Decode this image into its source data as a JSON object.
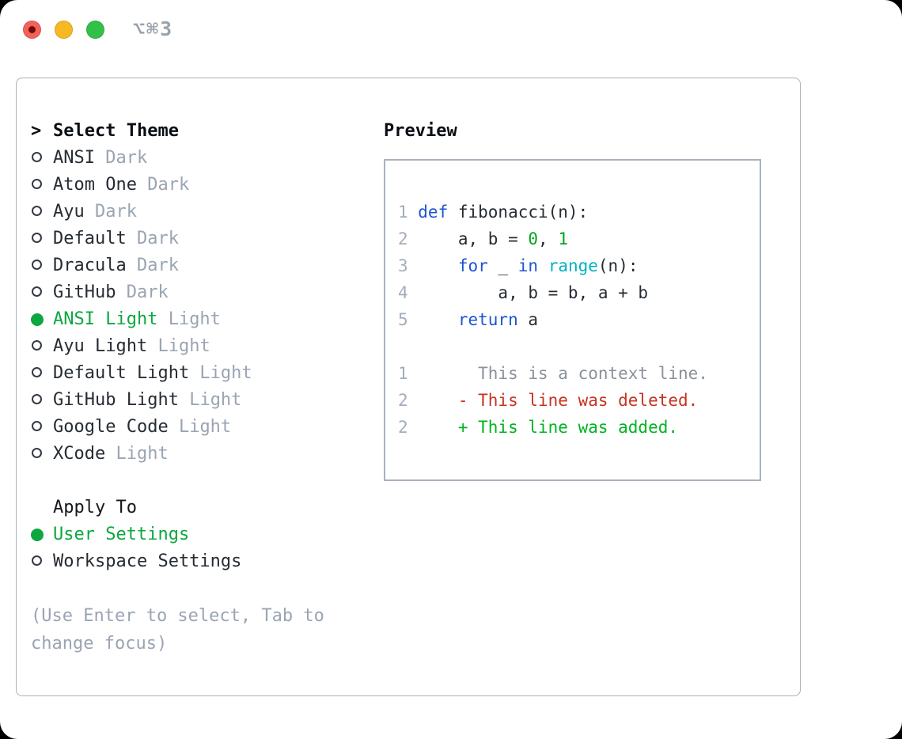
{
  "window": {
    "shortcut": "⌥⌘3"
  },
  "colors": {
    "fg": "#262c33",
    "heading": "#0a0e13",
    "muted": "#9aa4b3",
    "green": "#0ca83f",
    "add": "#00b322",
    "numlit": "#00a51f",
    "kw": "#1c55d2",
    "fn": "#00b3c4",
    "del": "#c6331f",
    "ln": "#a3adba",
    "ctx": "#8a919b",
    "border": "#a9b2bd",
    "titlegray": "#9aa2ac"
  },
  "theme_panel": {
    "prompt": ">",
    "title": "Select Theme",
    "themes": [
      {
        "name": "ANSI",
        "variant": "Dark",
        "selected": false
      },
      {
        "name": "Atom One",
        "variant": "Dark",
        "selected": false
      },
      {
        "name": "Ayu",
        "variant": "Dark",
        "selected": false
      },
      {
        "name": "Default",
        "variant": "Dark",
        "selected": false
      },
      {
        "name": "Dracula",
        "variant": "Dark",
        "selected": false
      },
      {
        "name": "GitHub",
        "variant": "Dark",
        "selected": false
      },
      {
        "name": "ANSI Light",
        "variant": "Light",
        "selected": true
      },
      {
        "name": "Ayu Light",
        "variant": "Light",
        "selected": false
      },
      {
        "name": "Default Light",
        "variant": "Light",
        "selected": false
      },
      {
        "name": "GitHub Light",
        "variant": "Light",
        "selected": false
      },
      {
        "name": "Google Code",
        "variant": "Light",
        "selected": false
      },
      {
        "name": "XCode",
        "variant": "Light",
        "selected": false
      }
    ],
    "apply_to": {
      "title": "Apply To",
      "options": [
        {
          "label": "User Settings",
          "selected": true
        },
        {
          "label": "Workspace Settings",
          "selected": false
        }
      ]
    },
    "hint": "(Use Enter to select, Tab to change focus)"
  },
  "preview": {
    "title": "Preview",
    "lines": [
      {
        "num": "1",
        "tokens": [
          {
            "t": "def",
            "c": "kw"
          },
          {
            "t": " fibonacci(n):",
            "c": "fg"
          }
        ]
      },
      {
        "num": "2",
        "tokens": [
          {
            "t": "    a, b = ",
            "c": "fg"
          },
          {
            "t": "0",
            "c": "num"
          },
          {
            "t": ", ",
            "c": "fg"
          },
          {
            "t": "1",
            "c": "num"
          }
        ]
      },
      {
        "num": "3",
        "tokens": [
          {
            "t": "    ",
            "c": "fg"
          },
          {
            "t": "for",
            "c": "kw"
          },
          {
            "t": " _ ",
            "c": "fg"
          },
          {
            "t": "in",
            "c": "kw"
          },
          {
            "t": " ",
            "c": "fg"
          },
          {
            "t": "range",
            "c": "fn"
          },
          {
            "t": "(n):",
            "c": "fg"
          }
        ]
      },
      {
        "num": "4",
        "tokens": [
          {
            "t": "        a, b = b, a + b",
            "c": "fg"
          }
        ]
      },
      {
        "num": "5",
        "tokens": [
          {
            "t": "    ",
            "c": "fg"
          },
          {
            "t": "return",
            "c": "kw"
          },
          {
            "t": " a",
            "c": "fg"
          }
        ]
      },
      {
        "num": "",
        "tokens": []
      },
      {
        "num": "1",
        "tokens": [
          {
            "t": "      This is a context line.",
            "c": "ctx"
          }
        ]
      },
      {
        "num": "2",
        "tokens": [
          {
            "t": "    - This line was deleted.",
            "c": "del"
          }
        ]
      },
      {
        "num": "2",
        "tokens": [
          {
            "t": "    + This line was added.",
            "c": "add"
          }
        ]
      }
    ]
  }
}
